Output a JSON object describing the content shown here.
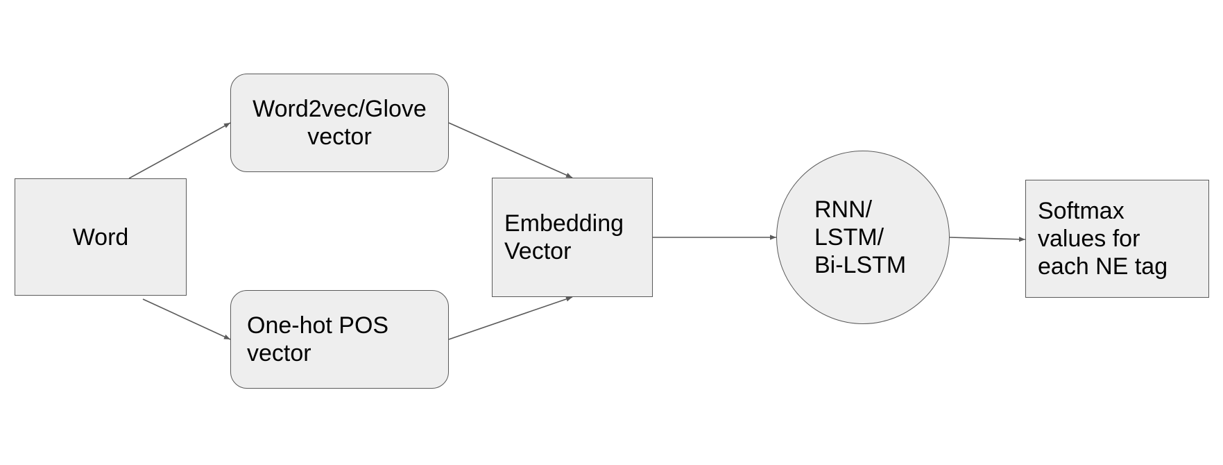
{
  "nodes": {
    "word": {
      "lines": [
        "Word"
      ]
    },
    "w2v": {
      "lines": [
        "Word2vec/Glove",
        "vector"
      ]
    },
    "pos": {
      "lines": [
        "One-hot POS",
        "vector"
      ]
    },
    "emb": {
      "lines": [
        "Embedding",
        "Vector"
      ]
    },
    "rnn": {
      "lines": [
        "RNN/",
        "LSTM/",
        "Bi-LSTM"
      ]
    },
    "soft": {
      "lines": [
        "Softmax",
        "values for",
        "each NE tag"
      ]
    }
  },
  "colors": {
    "fill": "#eeeeee",
    "stroke": "#595959",
    "text": "#000000"
  }
}
